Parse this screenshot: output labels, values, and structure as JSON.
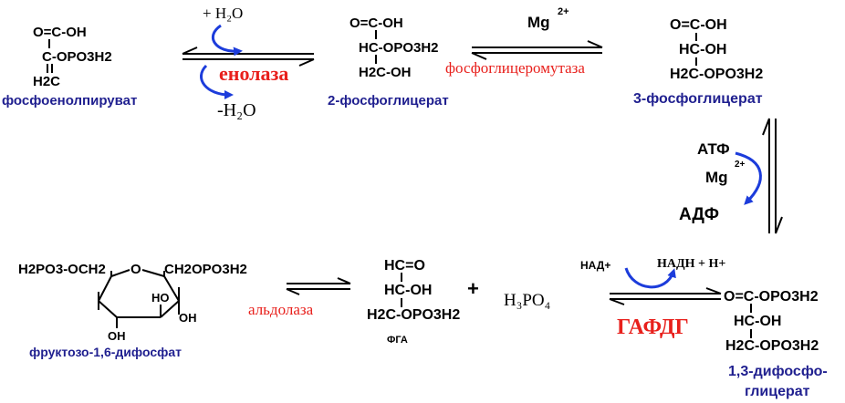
{
  "colors": {
    "compound_name": "#1f1f8f",
    "enzyme": "#e8201c",
    "arrow_blue": "#1c3cdb",
    "black": "#000000"
  },
  "pep": {
    "line1": "O=C-OH",
    "line2": "C-OPO3H2",
    "line3": "H2C",
    "name": "фосфоенолпируват"
  },
  "enolase_step": {
    "water_in": "+ H₂O",
    "enzyme": "енолаза",
    "water_out": "-H₂O"
  },
  "pg2": {
    "line1": "O=C-OH",
    "line2": "HC-OPO3H2",
    "line3": "H2C-OH",
    "name": "2-фосфоглицерат"
  },
  "mutase_step": {
    "cofactor": "Mg",
    "charge": "2+",
    "enzyme": "фосфоглицеромутаза"
  },
  "pg3": {
    "line1": "O=C-OH",
    "line2": "HC-OH",
    "line3": "H2C-OPO3H2",
    "name": "3-фосфоглицерат"
  },
  "kinase_step": {
    "atp": "АТФ",
    "cofactor": "Mg",
    "charge": "2+",
    "adp": "АДФ"
  },
  "fbp": {
    "left_group": "H2PO3-OCH2",
    "ring_o": "O",
    "right_group": "CH2OPO3H2",
    "ho": "HO",
    "oh_bottom": "OH",
    "oh_right": "OH",
    "name": "фруктозо-1,6-дифосфат"
  },
  "aldolase_step": {
    "enzyme": "альдолаза"
  },
  "gap": {
    "line1": "HC=O",
    "line2": "HC-OH",
    "line3": "H2C-OPO3H2",
    "name": "ФГА"
  },
  "plus": "+",
  "phosphoric_acid": "H₃PO₄",
  "gapdh_step": {
    "nad": "НАД+",
    "nadh": "НАДН + Н+",
    "enzyme": "ГАФДГ"
  },
  "bpg": {
    "line1": "O=C-OPO3H2",
    "line2": "HC-OH",
    "line3": "H2C-OPO3H2",
    "name_line1": "1,3-дифосфо-",
    "name_line2": "глицерат"
  }
}
